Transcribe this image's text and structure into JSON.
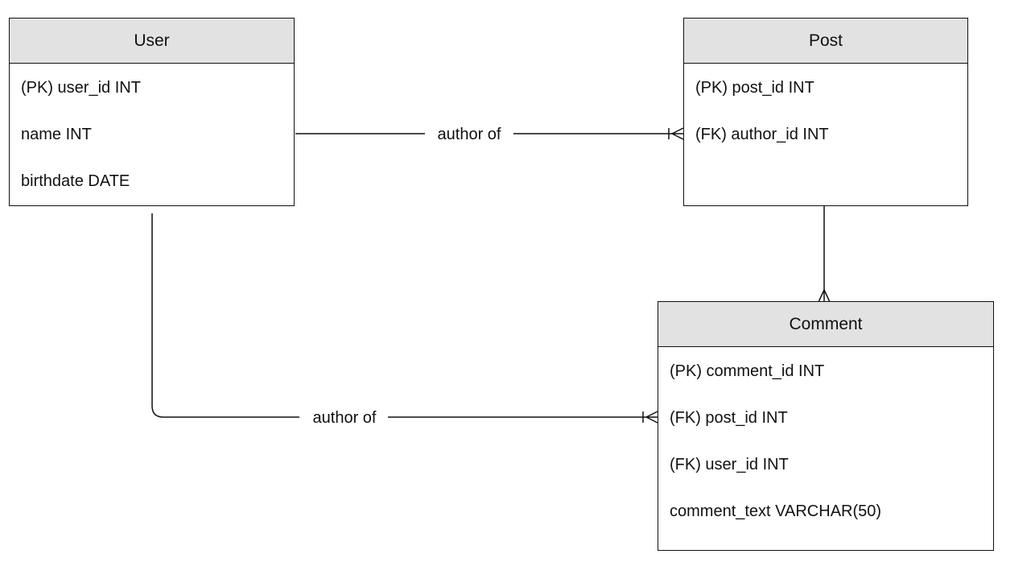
{
  "entities": {
    "user": {
      "title": "User",
      "attributes": [
        "(PK) user_id INT",
        "name INT",
        "birthdate DATE"
      ]
    },
    "post": {
      "title": "Post",
      "attributes": [
        "(PK) post_id INT",
        "(FK) author_id INT"
      ]
    },
    "comment": {
      "title": "Comment",
      "attributes": [
        "(PK) comment_id INT",
        "(FK) post_id INT",
        "(FK) user_id INT",
        "comment_text VARCHAR(50)"
      ]
    }
  },
  "relationships": {
    "user_post_label": "author of",
    "user_comment_label": "author of"
  }
}
